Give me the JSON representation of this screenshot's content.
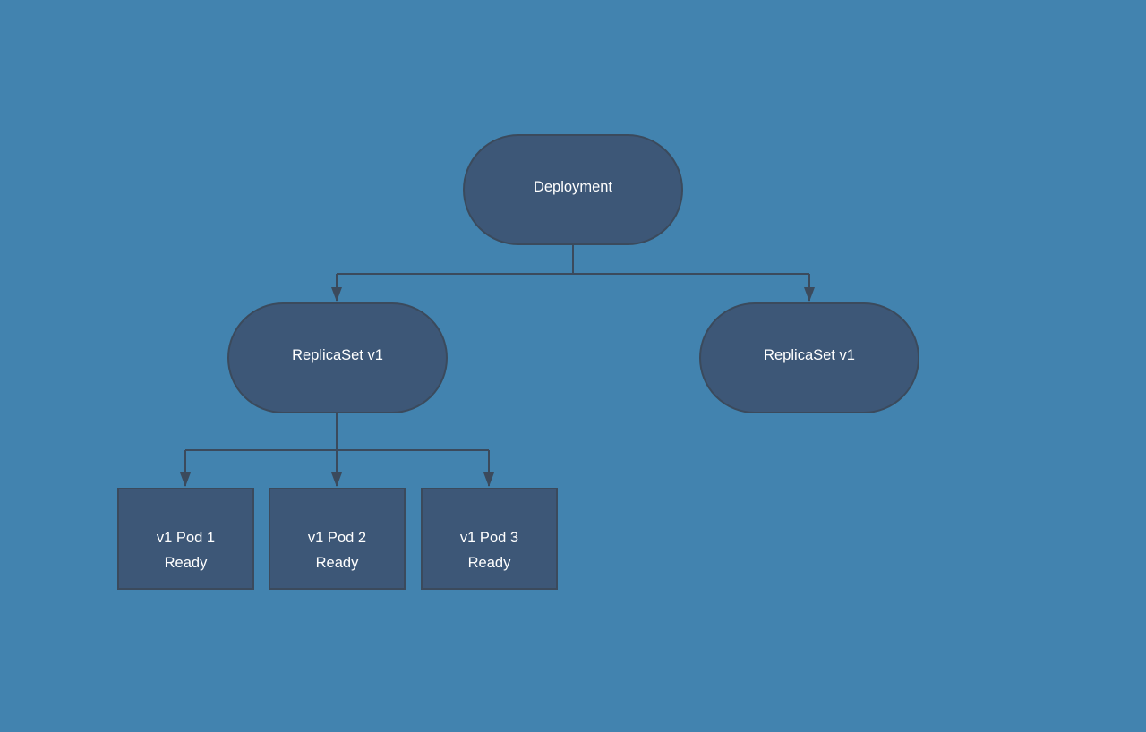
{
  "diagram": {
    "colors": {
      "background": "#4283af",
      "node_fill": "#3d5777",
      "node_border": "#3b4a5c",
      "connector": "#3b4a5c",
      "text": "#ffffff"
    },
    "deployment": {
      "label": "Deployment"
    },
    "replicasets": [
      {
        "label": "ReplicaSet v1"
      },
      {
        "label": "ReplicaSet v1"
      }
    ],
    "pods": [
      {
        "name": "v1 Pod 1",
        "status": "Ready"
      },
      {
        "name": "v1 Pod 2",
        "status": "Ready"
      },
      {
        "name": "v1 Pod 3",
        "status": "Ready"
      }
    ]
  }
}
